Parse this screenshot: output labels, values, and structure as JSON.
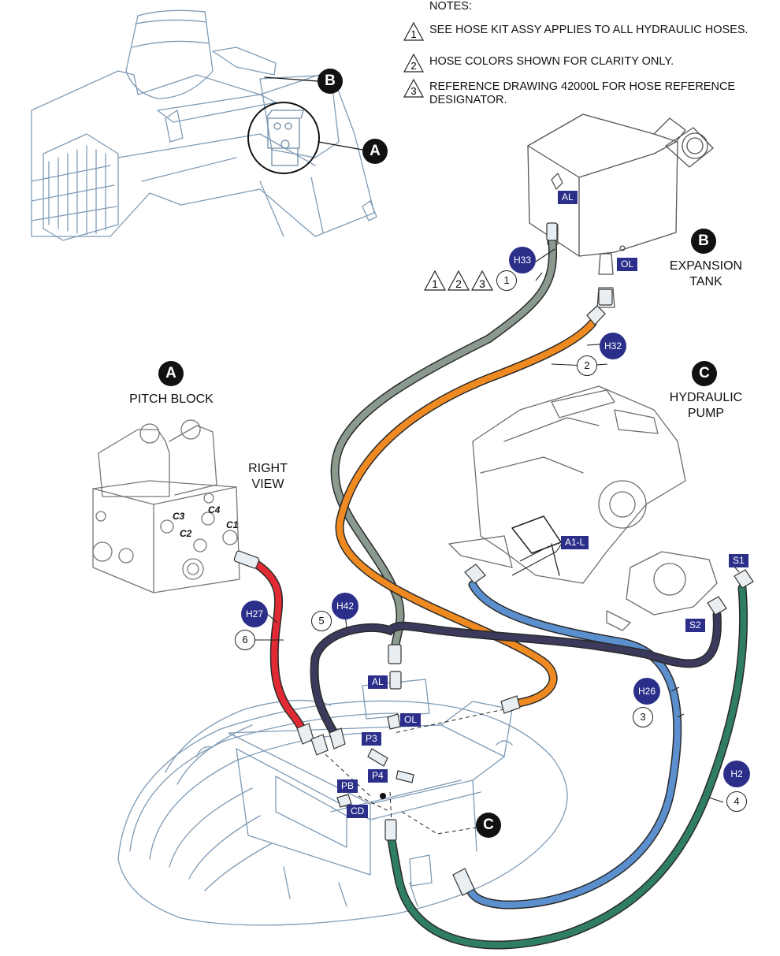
{
  "notes": {
    "heading": "NOTES:",
    "items": [
      {
        "marker": "1",
        "text": "SEE HOSE KIT ASSY APPLIES TO ALL HYDRAULIC HOSES."
      },
      {
        "marker": "2",
        "text": "HOSE COLORS SHOWN FOR CLARITY ONLY."
      },
      {
        "marker": "3",
        "text": "REFERENCE DRAWING 42000L FOR HOSE REFERENCE DESIGNATOR."
      }
    ]
  },
  "callouts": {
    "a": "A",
    "b": "B",
    "c": "C",
    "pitch_block": "PITCH BLOCK",
    "right_view": "RIGHT VIEW",
    "expansion_tank": "EXPANSION TANK",
    "hydraulic_pump": "HYDRAULIC PUMP"
  },
  "note_flags": [
    "1",
    "2",
    "3"
  ],
  "hoses": [
    {
      "id": "H33",
      "item": "1",
      "color": "#8a9a8f"
    },
    {
      "id": "H32",
      "item": "2",
      "color": "#ef8a22"
    },
    {
      "id": "H26",
      "item": "3",
      "color": "#5b8fce"
    },
    {
      "id": "H2",
      "item": "4",
      "color": "#2f7d63"
    },
    {
      "id": "H42",
      "item": "5",
      "color": "#3b3a5c"
    },
    {
      "id": "H27",
      "item": "6",
      "color": "#e12a33"
    }
  ],
  "ports": {
    "tank_al": "AL",
    "tank_ol": "OL",
    "pump_a1l": "A1-L",
    "pump_s1": "S1",
    "pump_s2": "S2",
    "man_al": "AL",
    "man_ol": "OL",
    "man_p3": "P3",
    "man_p4": "P4",
    "man_pb": "PB",
    "man_cd": "CD"
  },
  "block_ports": {
    "c1": "C1",
    "c2": "C2",
    "c3": "C3",
    "c4": "C4"
  },
  "colors": {
    "line_art": "#7f9bb5",
    "badge": "#2b2f8a"
  }
}
